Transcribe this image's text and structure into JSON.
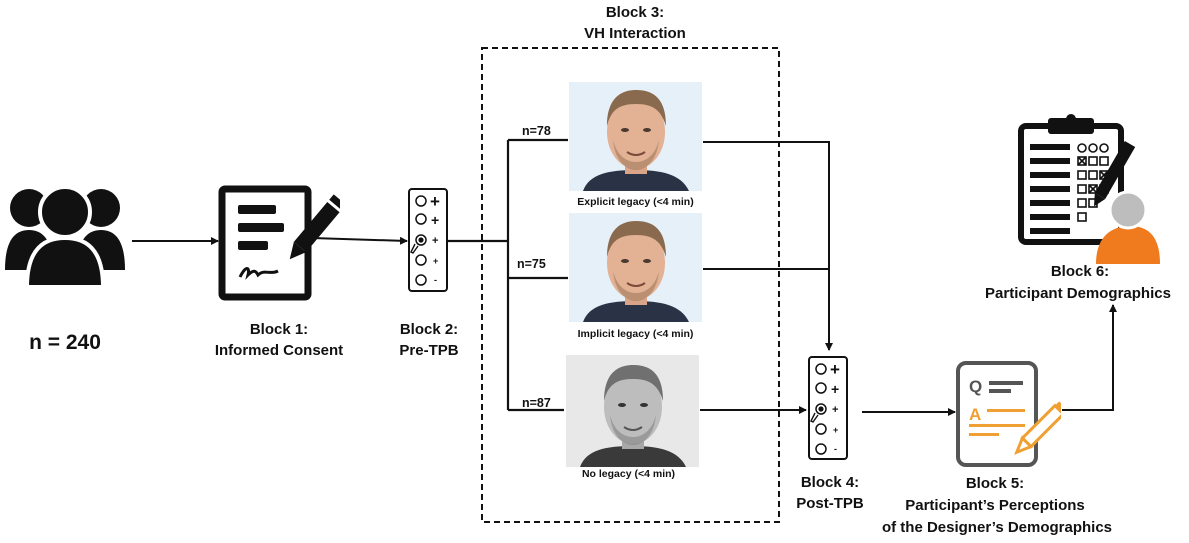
{
  "sample": {
    "total": "n = 240"
  },
  "blocks": {
    "b1": {
      "title": "Block 1:",
      "subtitle": "Informed Consent"
    },
    "b2": {
      "title": "Block 2:",
      "subtitle": "Pre-TPB"
    },
    "b3": {
      "title": "Block 3:",
      "subtitle": "VH Interaction"
    },
    "b4": {
      "title": "Block 4:",
      "subtitle": "Post-TPB"
    },
    "b5": {
      "title": "Block 5:",
      "line2": "Participant’s Perceptions",
      "line3": "of the Designer’s Demographics"
    },
    "b6": {
      "title": "Block 6:",
      "subtitle": "Participant Demographics"
    }
  },
  "conditions": [
    {
      "n": "n=78",
      "caption": "Explicit  legacy  (<4 min)"
    },
    {
      "n": "n=75",
      "caption": "Implicit  legacy  (<4 min)"
    },
    {
      "n": "n=87",
      "caption": "No legacy  (<4 min)"
    }
  ],
  "likert_symbols": [
    "+",
    "+",
    "+",
    "+",
    "-"
  ],
  "qa_letters": {
    "q": "Q",
    "a": "A"
  },
  "colors": {
    "orange": "#f0a032",
    "line": "#111111",
    "skin": "#e3b194",
    "gray": "#bdbdbd"
  }
}
